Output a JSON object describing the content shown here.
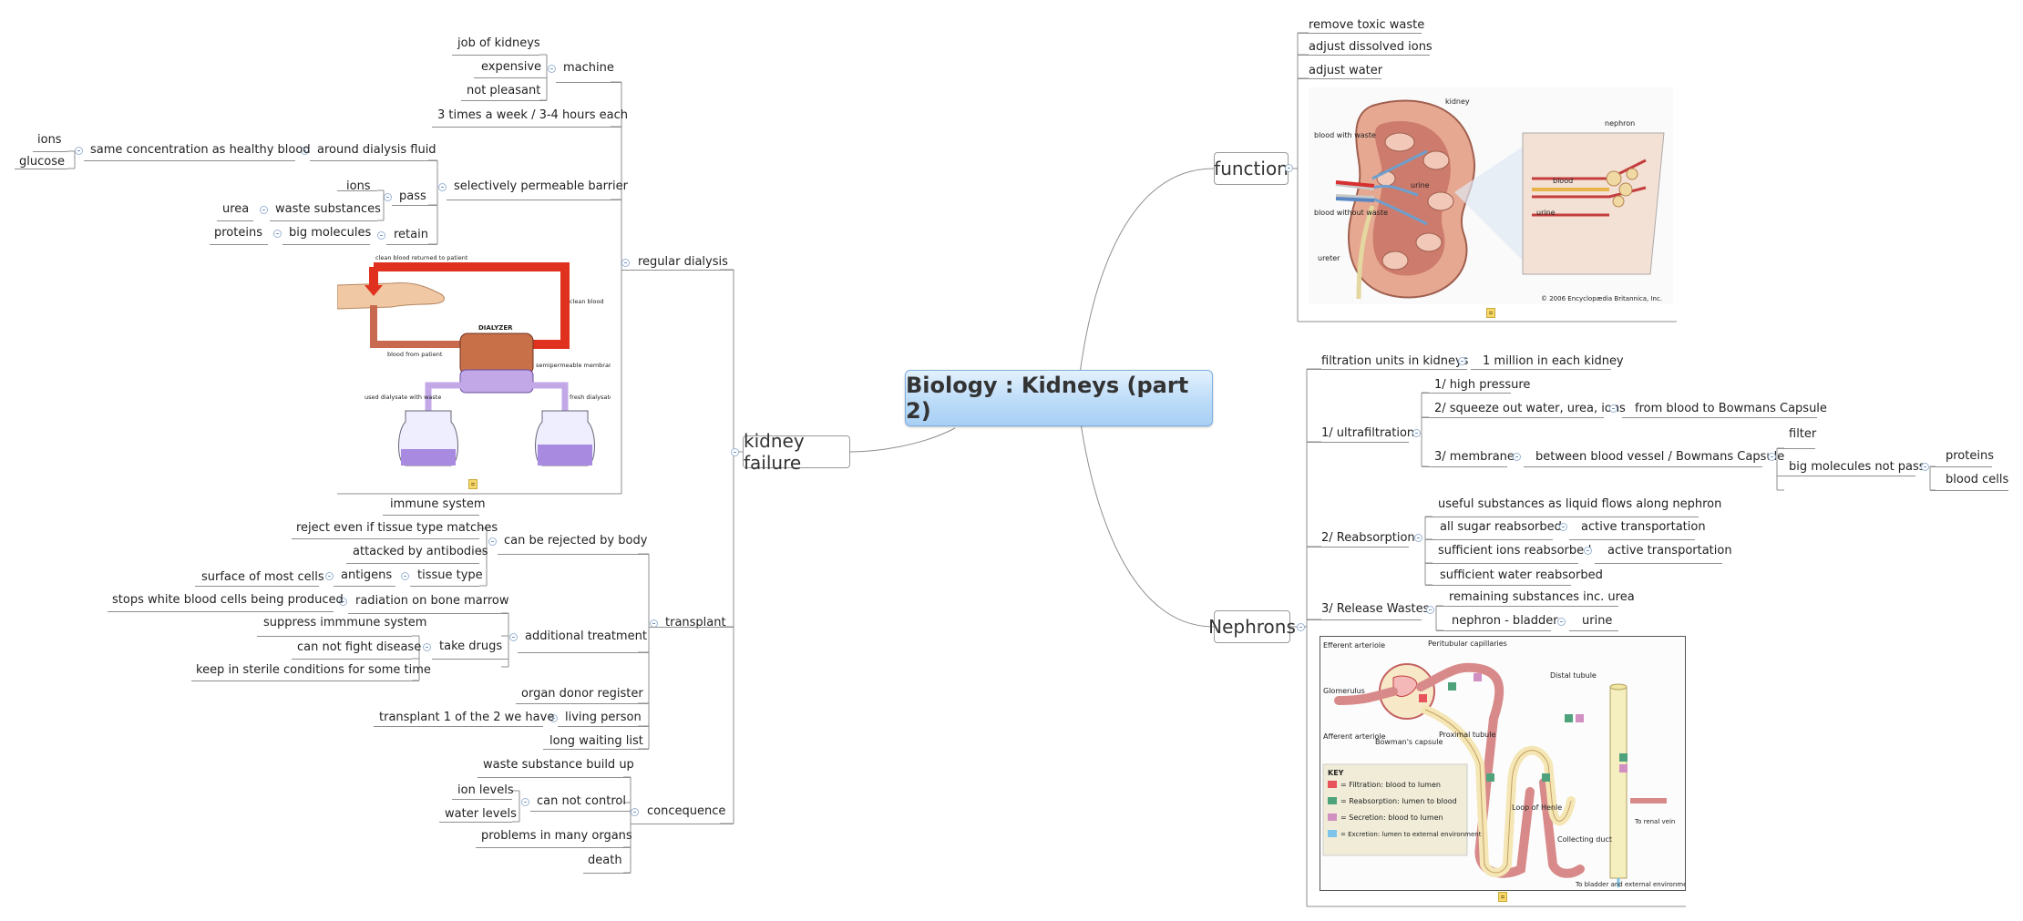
{
  "central": {
    "title": "Biology : Kidneys (part 2)"
  },
  "function": {
    "label": "function",
    "items": [
      "remove toxic waste",
      "adjust dissolved ions",
      "adjust water"
    ],
    "image": {
      "labels": [
        "kidney",
        "nephron",
        "blood with waste",
        "urine",
        "blood",
        "urine",
        "blood without waste",
        "ureter"
      ],
      "credit": "© 2006 Encyclopædia Britannica, Inc."
    }
  },
  "nephrons": {
    "label": "Nephrons",
    "filtration": {
      "label": "filtration units in kidneys",
      "child": "1 million in each kidney"
    },
    "ultrafiltration": {
      "label": "1/ ultrafiltration",
      "high_pressure": "1/ high pressure",
      "squeeze": "2/ squeeze out water, urea, ions",
      "squeeze_child": "from blood to Bowmans Capsule",
      "membrane": "3/ membrane",
      "membrane_child": "between blood vessel / Bowmans Capsule",
      "filter": "filter",
      "big_molecules": "big molecules not pass",
      "proteins": "proteins",
      "blood_cells": "blood cells"
    },
    "reabsorption": {
      "label": "2/ Reabsorption",
      "useful": "useful substances as liquid flows along nephron",
      "sugar": "all sugar reabsorbed",
      "sugar_child": "active transportation",
      "ions": "sufficient ions reabsorbed",
      "ions_child": "active transportation",
      "water": "sufficient water reabsorbed"
    },
    "release": {
      "label": "3/ Release Wastes",
      "remaining": "remaining substances inc. urea",
      "bladder": "nephron - bladder",
      "urine": "urine"
    },
    "image": {
      "labels": {
        "efferent": "Efferent arteriole",
        "peritubular": "Peritubular capillaries",
        "glomerulus": "Glomerulus",
        "afferent": "Afferent arteriole",
        "bowman": "Bowman's capsule",
        "proximal": "Proximal tubule",
        "distal": "Distal tubule",
        "loop": "Loop of Henle",
        "collecting": "Collecting duct",
        "renal": "To renal vein",
        "bladder": "To bladder and external environment"
      },
      "key": {
        "title": "KEY",
        "items": [
          {
            "text": "= Filtration: blood to lumen",
            "color": "#e8545c"
          },
          {
            "text": "= Reabsorption: lumen to blood",
            "color": "#4fa37c"
          },
          {
            "text": "= Secretion: blood to lumen",
            "color": "#d28fc2"
          },
          {
            "text": "= Excretion: lumen to external environment",
            "color": "#7ec3e8"
          }
        ]
      }
    }
  },
  "kidney_failure": {
    "label": "kidney failure",
    "regular_dialysis": {
      "label": "regular dialysis",
      "machine": "machine",
      "job": "job of kidneys",
      "expensive": "expensive",
      "not_pleasant": "not pleasant",
      "times": "3 times a week / 3-4 hours each",
      "barrier": "selectively permeable barrier",
      "around_fluid": "around dialysis fluid",
      "same_conc": "same concentration as healthy blood",
      "ions": "ions",
      "glucose": "glucose",
      "pass": "pass",
      "pass_ions": "ions",
      "waste": "waste substances",
      "urea": "urea",
      "retain": "retain",
      "big_molecules": "big molecules",
      "proteins": "proteins",
      "image": {
        "returned": "clean blood returned to patient",
        "clean": "clean blood",
        "dialyzer": "DIALYZER",
        "from_patient": "blood from patient",
        "membrane": "semipermeable membrane",
        "used": "used dialysate with waste",
        "fresh": "fresh dialysate"
      }
    },
    "transplant": {
      "label": "transplant",
      "rejected": "can be rejected by body",
      "immune": "immune system",
      "reject_even": "reject even if tissue type matches",
      "attacked": "attacked by antibodies",
      "tissue_type": "tissue type",
      "antigens": "antigens",
      "surface": "surface of most cells",
      "additional": "additional treatment",
      "radiation": "radiation on bone marrow",
      "stops": "stops white blood cells being produced",
      "take_drugs": "take drugs",
      "suppress": "suppress immmune system",
      "cannot_fight": "can not fight disease",
      "sterile": "keep in sterile conditions for some time",
      "donor": "organ donor register",
      "living": "living person",
      "transplant1": "transplant 1 of the 2 we have",
      "waiting": "long waiting list"
    },
    "concequence": {
      "label": "concequence",
      "buildup": "waste substance build up",
      "cannot_control": "can not control",
      "ion_levels": "ion levels",
      "water_levels": "water levels",
      "problems": "problems in many organs",
      "death": "death"
    }
  }
}
